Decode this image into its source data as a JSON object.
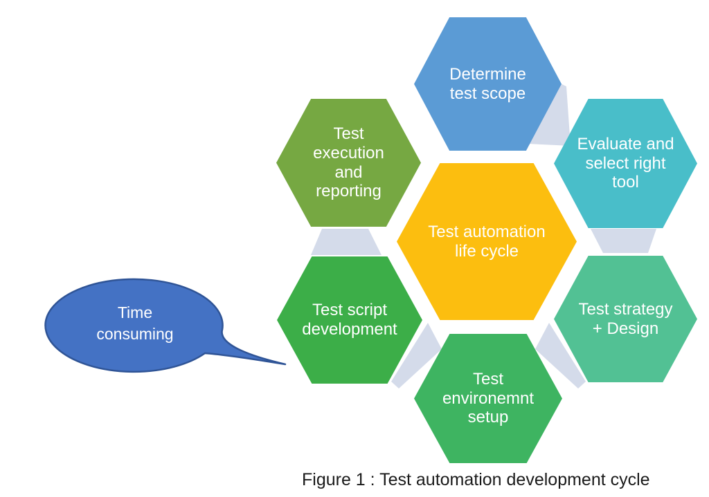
{
  "diagram": {
    "center_node": {
      "label": "Test automation\nlife cycle",
      "color": "#FCBE0F"
    },
    "nodes": [
      {
        "id": "determine-test-scope",
        "label": "Determine\ntest scope",
        "color": "#5B9BD5"
      },
      {
        "id": "evaluate-and-select-right-tool",
        "label": "Evaluate and\nselect right\ntool",
        "color": "#49BEC9"
      },
      {
        "id": "test-strategy-design",
        "label": "Test strategy\n+ Design",
        "color": "#52C194"
      },
      {
        "id": "test-environment-setup",
        "label": "Test\nenvironemnt\nsetup",
        "color": "#3EB461"
      },
      {
        "id": "test-script-development",
        "label": "Test script\ndevelopment",
        "color": "#3CAE48"
      },
      {
        "id": "test-execution-and-reporting",
        "label": "Test\nexecution\nand\nreporting",
        "color": "#76A842"
      }
    ],
    "connector_color": "#D4DBEA",
    "text_color": "#FFFFFF"
  },
  "callout": {
    "label": "Time\nconsuming",
    "fill": "#4472C4",
    "border": "#2F5496",
    "text_color": "#FFFFFF"
  },
  "caption": {
    "text": "Figure 1 : Test automation development cycle",
    "color": "#1A1A1A"
  }
}
